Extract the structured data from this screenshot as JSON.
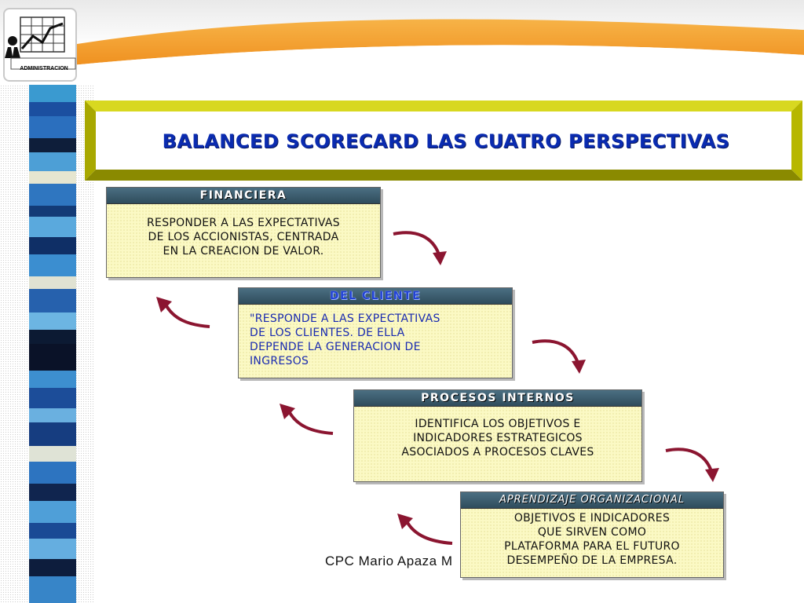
{
  "logo": {
    "label": "ADMINISTRACION",
    "icon": "chart-person-icon"
  },
  "banner": {
    "title": "BALANCED SCORECARD LAS CUATRO PERSPECTIVAS"
  },
  "boxes": [
    {
      "heading": "FINANCIERA",
      "text": "RESPONDER A LAS EXPECTATIVAS\nDE LOS ACCIONISTAS, CENTRADA\nEN LA CREACION DE VALOR."
    },
    {
      "heading": "DEL CLIENTE",
      "text": "\"RESPONDE A LAS EXPECTATIVAS\nDE LOS CLIENTES. DE ELLA\nDEPENDE LA GENERACION DE\nINGRESOS"
    },
    {
      "heading": "PROCESOS INTERNOS",
      "text": "IDENTIFICA LOS OBJETIVOS E\nINDICADORES ESTRATEGICOS\nASOCIADOS A PROCESOS CLAVES"
    },
    {
      "heading": "APRENDIZAJE ORGANIZACIONAL",
      "text": "OBJETIVOS E INDICADORES\nQUE SIRVEN COMO\nPLATAFORMA PARA EL FUTURO\nDESEMPEÑO DE LA EMPRESA."
    }
  ],
  "footer": {
    "text": "CPC Mario Apaza M"
  },
  "colors": {
    "swoosh": "#f39c2c",
    "box_fill": "#fbf9c4",
    "box_header": "#3b5a6b",
    "arrow": "#8b1530",
    "title": "#0a2bb0",
    "banner_frame": "#c4c400"
  }
}
